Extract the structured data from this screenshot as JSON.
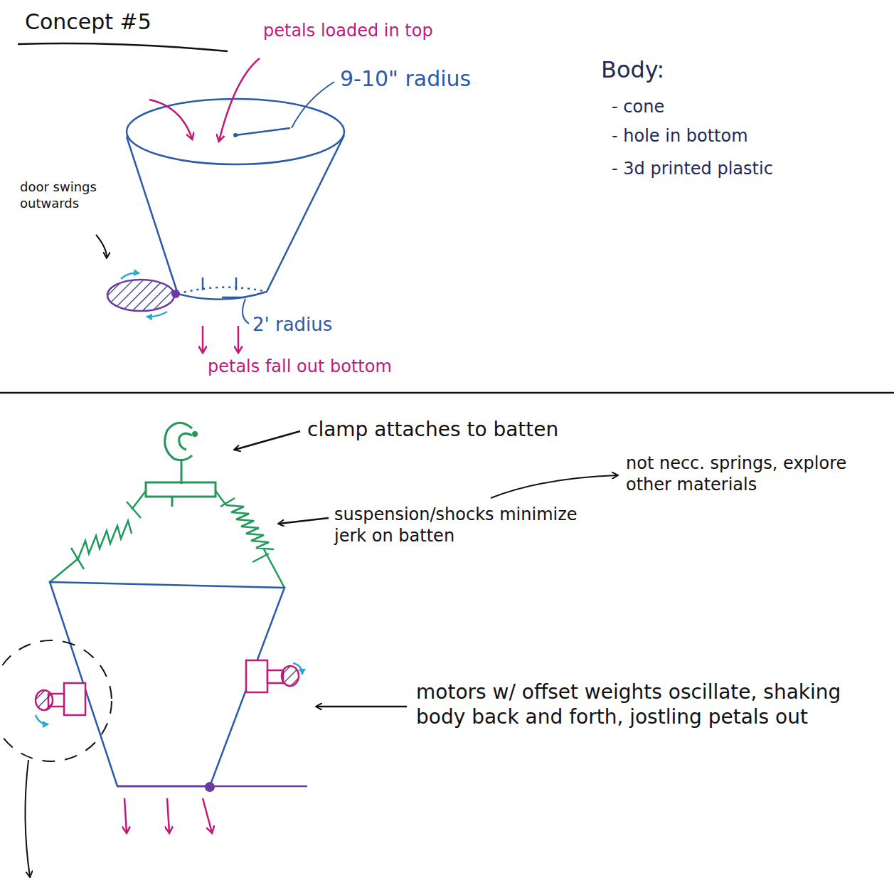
{
  "diagram": {
    "title": "Concept #5",
    "labels": [
      "petals loaded in top",
      "9-10\" radius",
      "Body:",
      "- cone",
      "- hole in bottom",
      "- 3d printed plastic",
      "door swings outwards",
      "2' radius",
      "petals fall out bottom",
      "clamp attaches to batten",
      "suspension/shocks minimize jerk on batten",
      "not necc. springs, explore other materials",
      "motors w/ offset weights oscillate, shaking body back and forth, jostling petals out"
    ]
  }
}
